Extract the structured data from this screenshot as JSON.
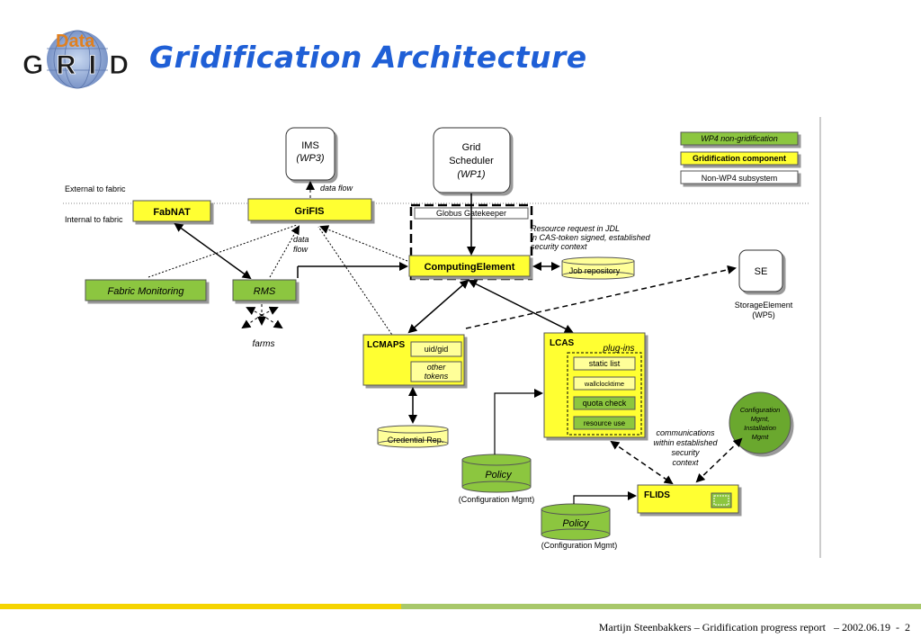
{
  "logo": {
    "word_top": "Data",
    "word_bottom": "GRID"
  },
  "title": "Gridification Architecture",
  "legend": {
    "nongrid": "WP4 non-gridification",
    "gridcomp": "Gridification component",
    "nonwp4": "Non-WP4 subsystem"
  },
  "zones": {
    "external": "External to fabric",
    "internal": "Internal to fabric"
  },
  "nodes": {
    "ims_1": "IMS",
    "ims_2": "(WP3)",
    "sched_1": "Grid",
    "sched_2": "Scheduler",
    "sched_3": "(WP1)",
    "fabnat": "FabNAT",
    "grifis": "GriFIS",
    "gatekeeper": "Globus Gatekeeper",
    "ce": "ComputingElement",
    "jobrepo": "Job repository",
    "se": "SE",
    "se_cap1": "StorageElement",
    "se_cap2": "(WP5)",
    "fabmon": "Fabric Monitoring",
    "rms": "RMS",
    "farms": "farms",
    "lcmaps": "LCMAPS",
    "uidgid": "uid/gid",
    "other1": "other",
    "other2": "tokens",
    "credrep": "Credential Rep.",
    "lcas": "LCAS",
    "plugins": "plug-ins",
    "static": "static list",
    "wallclock": "wallclocktime",
    "quota": "quota check",
    "resuse": "resource use",
    "cfg1": "Configuration",
    "cfg2": "Mgmt,",
    "cfg3": "Installation",
    "cfg4": "Mgmt",
    "flids": "FLIDS",
    "policy": "Policy",
    "cfgmgmt": "(Configuration Mgmt)"
  },
  "annotations": {
    "dataflow_top": "data flow",
    "dataflow_1": "data",
    "dataflow_2": "flow",
    "res_1": "Resource request in JDL",
    "res_2": "in CAS-token signed, established",
    "res_3": "security context",
    "comm_1": "communications",
    "comm_2": "within established",
    "comm_3": "security",
    "comm_4": "context"
  },
  "colors": {
    "title": "#1f5fd6",
    "yellow": "#ffff33",
    "green": "#8cc63f",
    "lightyellow": "#ffff99",
    "darkgreen": "#6aa82e"
  },
  "footer": "Martijn Steenbakkers – Gridification progress report   – 2002.06.19  -  2"
}
